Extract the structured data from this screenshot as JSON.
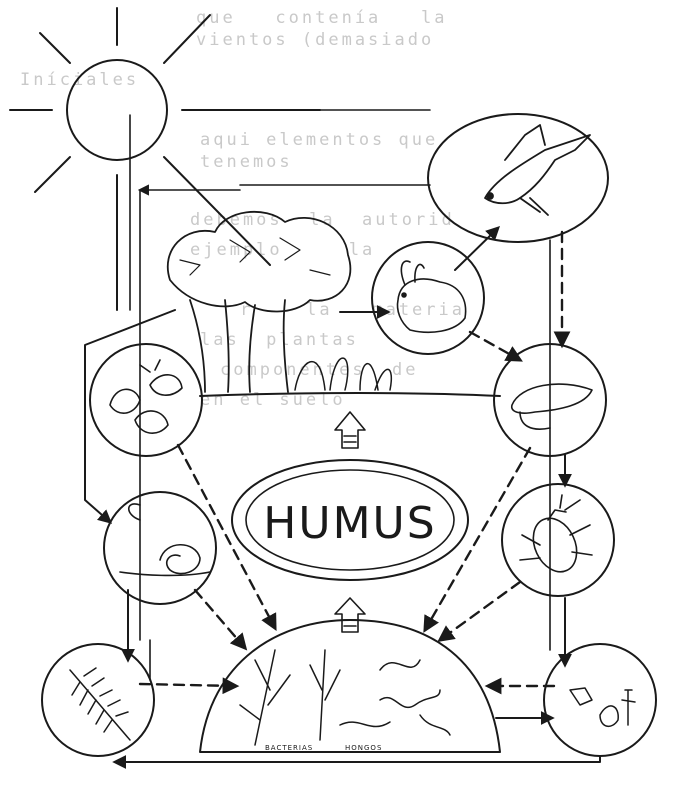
{
  "diagram": {
    "center_label": "HUMUS",
    "bottom_labels": [
      "BACTERIAS",
      "HONGOS"
    ],
    "background_text": [
      "que   contenía   la",
      "vientos (demasiado",
      "Iníciales",
      "aqui elementos que",
      "tenemos",
      "debemos  la  autorid",
      "ejemplo     la",
      "r    la   materia",
      "las  plantas",
      "componentes  de",
      "en el suelo"
    ],
    "nodes": [
      {
        "id": "sun",
        "icon": "sun-icon"
      },
      {
        "id": "hawk",
        "icon": "hawk-icon"
      },
      {
        "id": "trees",
        "icon": "tree-icon"
      },
      {
        "id": "rabbit",
        "icon": "rabbit-icon"
      },
      {
        "id": "leaves",
        "icon": "leaves-icon"
      },
      {
        "id": "beetle-larva",
        "icon": "larva-icon"
      },
      {
        "id": "snail",
        "icon": "snail-icon"
      },
      {
        "id": "beetle",
        "icon": "beetle-icon"
      },
      {
        "id": "fern",
        "icon": "fern-icon"
      },
      {
        "id": "decomposers",
        "icon": "decomposers-icon"
      },
      {
        "id": "worms",
        "icon": "worm-icon"
      },
      {
        "id": "mites",
        "icon": "mites-icon"
      }
    ],
    "colors": {
      "ink": "#1a1a1a",
      "ghost": "#c9c9c9",
      "paper": "#ffffff"
    }
  }
}
